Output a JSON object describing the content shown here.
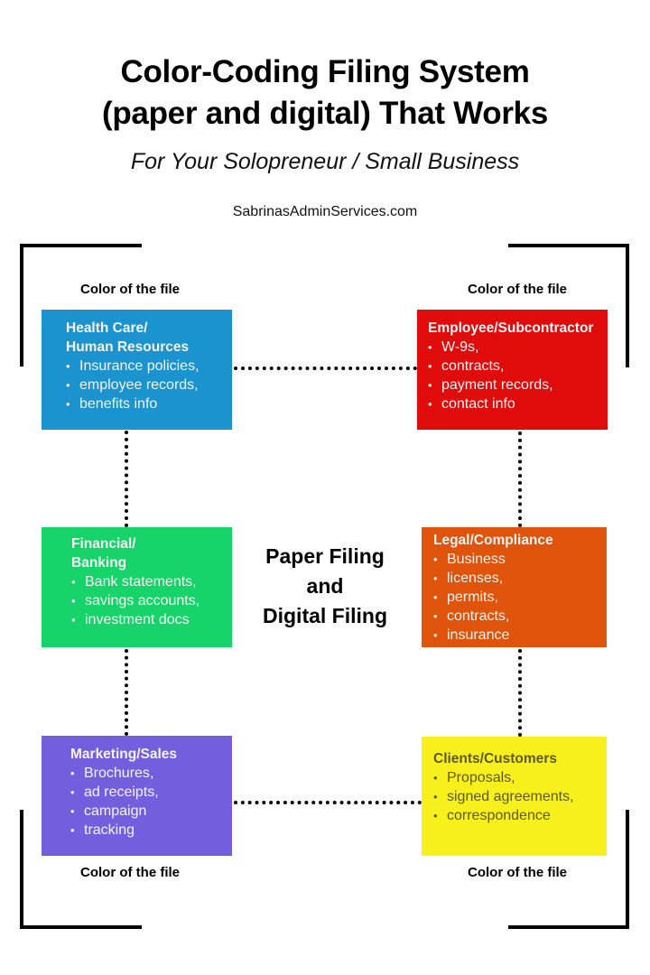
{
  "header": {
    "title_line1": "Color-Coding Filing System",
    "title_line2": "(paper and digital) That Works",
    "subtitle": "For Your Solopreneur / Small Business",
    "website": "SabrinasAdminServices.com"
  },
  "labels": {
    "color_of_file": "Color of the file"
  },
  "center": {
    "line1": "Paper Filing",
    "line2": "and",
    "line3": "Digital Filing"
  },
  "categories": [
    {
      "id": "health-care",
      "heading_line1": "Health Care/",
      "heading_line2": "Human Resources",
      "color": "#1B93CE",
      "text_color": "#F4F4F4",
      "items": [
        "Insurance policies,",
        "employee records,",
        "benefits info"
      ]
    },
    {
      "id": "employee-subcontractor",
      "heading_line1": "Employee/Subcontractor",
      "heading_line2": "",
      "color": "#E00B0B",
      "text_color": "#F4F4F4",
      "items": [
        "W-9s,",
        "contracts,",
        "payment records,",
        "contact info"
      ]
    },
    {
      "id": "financial-banking",
      "heading_line1": "Financial/",
      "heading_line2": "Banking",
      "color": "#16D46A",
      "text_color": "#F4F4F4",
      "items": [
        "Bank statements,",
        "savings accounts,",
        "investment docs"
      ]
    },
    {
      "id": "legal-compliance",
      "heading_line1": "Legal/Compliance",
      "heading_line2": "",
      "color": "#E0530A",
      "text_color": "#F4F4F4",
      "items": [
        "Business",
        "licenses,",
        "permits,",
        "contracts,",
        "insurance"
      ]
    },
    {
      "id": "marketing-sales",
      "heading_line1": "Marketing/Sales",
      "heading_line2": "",
      "color": "#735FDD",
      "text_color": "#F4F4F4",
      "items": [
        "Brochures,",
        "ad receipts,",
        "campaign",
        "tracking"
      ]
    },
    {
      "id": "clients-customers",
      "heading_line1": "Clients/Customers",
      "heading_line2": "",
      "color": "#F8F01C",
      "text_color": "#5C5A1E",
      "items": [
        "Proposals,",
        "signed agreements,",
        "correspondence"
      ]
    }
  ]
}
